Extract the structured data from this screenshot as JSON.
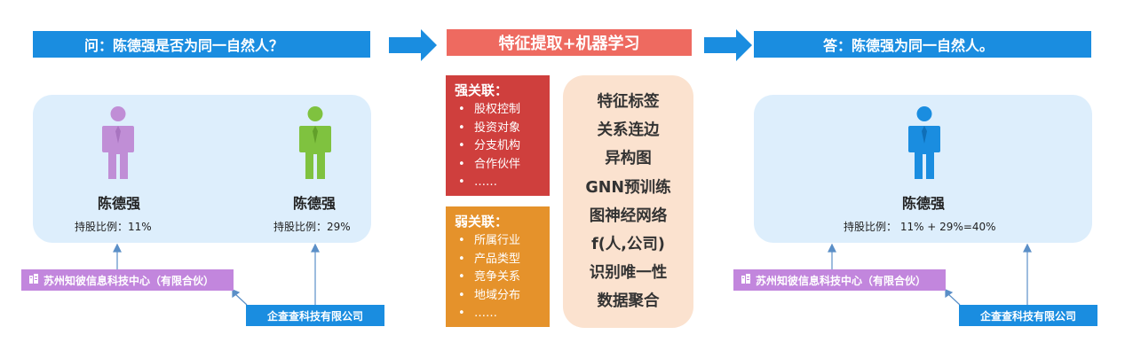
{
  "question": "问：陈德强是否为同一自然人？",
  "method_title": "特征提取+机器学习",
  "answer": "答：陈德强为同一自然人。",
  "left_persons": [
    {
      "name": "陈德强",
      "share": "持股比例：11%",
      "color": "#c08ed6"
    },
    {
      "name": "陈德强",
      "share": "持股比例：29%",
      "color": "#7fc23f"
    }
  ],
  "right_person": {
    "name": "陈德强",
    "share": "持股比例：  11% + 29%=40%",
    "color": "#1a8de0"
  },
  "company_purple": "苏州知彼信息科技中心（有限合伙）",
  "company_blue": "企查查科技有限公司",
  "strong": {
    "title": "强关联：",
    "bullet": "•",
    "items": [
      "股权控制",
      "投资对象",
      "分支机构",
      "合作伙伴",
      "……"
    ]
  },
  "weak": {
    "title": "弱关联：",
    "bullet": "•",
    "items": [
      "所属行业",
      "产品类型",
      "竞争关系",
      "地域分布",
      "……"
    ]
  },
  "ml_lines": [
    "特征标签",
    "关系连边",
    "异构图",
    "GNN预训练",
    "图神经网络",
    "f(人,公司)",
    "识别唯一性",
    "数据聚合"
  ],
  "colors": {
    "banner_blue": "#1a8de0",
    "banner_red": "#ee6a60",
    "panel": "#ddeefc",
    "strong_box": "#cf3f3d",
    "weak_box": "#e5922b",
    "ml_box": "#fbe2cf",
    "tag_purple": "#c286dd"
  },
  "icons": {
    "arrow": "right-arrow-icon",
    "person": "person-icon",
    "building": "building-icon"
  }
}
